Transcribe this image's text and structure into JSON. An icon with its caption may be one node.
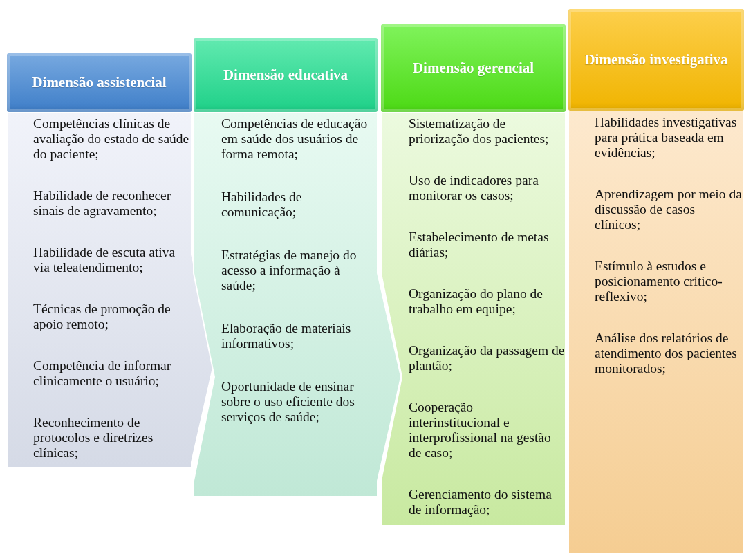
{
  "diagram": {
    "nodes": [
      {
        "text": [
          "Dimensão assistencial"
        ]
      },
      {
        "text": [
          "Competências clínicas de avaliação do estado de saúde do paciente;",
          "Habilidade de reconhecer sinais de agravamento;",
          "Habilidade de escuta ativa via teleatendimento;",
          "Técnicas de promoção de apoio remoto;",
          "Competência de informar clinicamente o usuário;",
          "Reconhecimento de protocolos e diretrizes clínicas;"
        ]
      },
      {
        "text": [
          "Dimensão educativa"
        ]
      },
      {
        "text": [
          "Competências de educação em saúde dos usuários de forma remota;",
          "Habilidades de comunicação;",
          "Estratégias de manejo do acesso a informação à saúde;",
          "Elaboração de materiais informativos;",
          "Oportunidade de ensinar sobre o uso eficiente dos serviços de saúde;"
        ]
      },
      {
        "text": [
          "Dimensão gerencial"
        ]
      },
      {
        "text": [
          "Sistematização de priorização dos pacientes;",
          "Uso de indicadores para monitorar os casos;",
          "Estabelecimento de metas diárias;",
          "Organização do plano de trabalho em equipe;",
          "Organização da passagem de plantão;",
          "Cooperação interinstitucional e interprofissional na gestão de caso;",
          "Gerenciamento do sistema de informação;"
        ]
      },
      {
        "text": [
          "Dimensão investigativa"
        ]
      },
      {
        "text": [
          "Habilidades investigativas para prática baseada em evidências;",
          "Aprendizagem por meio da discussão de casos clínicos;",
          "Estímulo à estudos e posicionamento crítico-reflexivo;",
          "Análise dos relatórios de atendimento dos pacientes monitorados;"
        ]
      }
    ]
  }
}
